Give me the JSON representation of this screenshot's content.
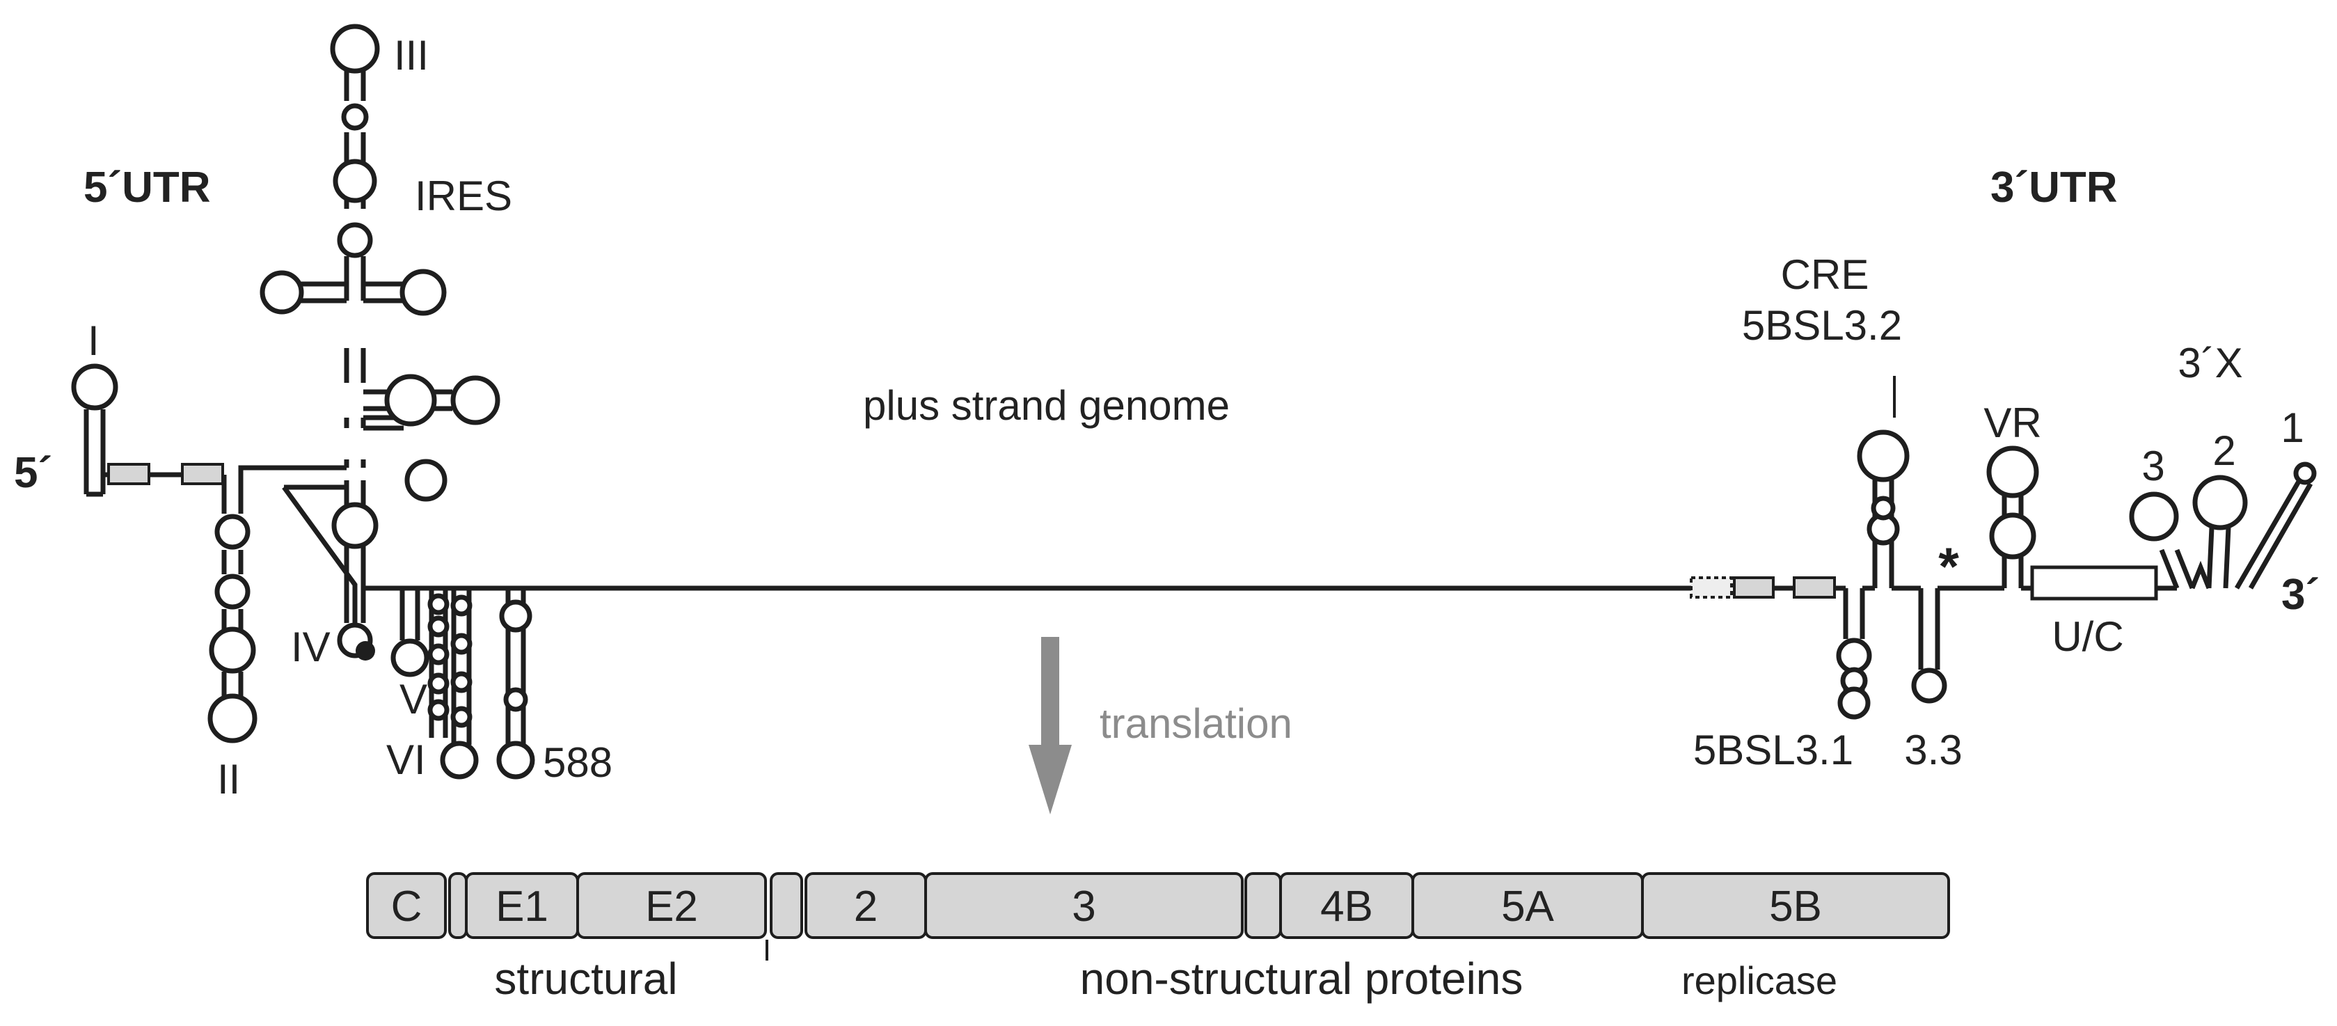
{
  "labels": {
    "utr5": "5´UTR",
    "utr3": "3´UTR",
    "end5": "5´",
    "end3": "3´",
    "ires": "IRES",
    "sl_i": "I",
    "sl_ii": "II",
    "sl_iii": "III",
    "sl_iv": "IV",
    "sl_v": "V",
    "sl_vi": "VI",
    "sl_588": "588",
    "genome": "plus strand genome",
    "translation": "translation",
    "cre": "CRE",
    "sl_5bsl32": "5BSL3.2",
    "sl_5bsl31": "5BSL3.1",
    "sl_33": "3.3",
    "vr": "VR",
    "x3": "3´X",
    "x3_1": "1",
    "x3_2": "2",
    "x3_3": "3",
    "uc": "U/C",
    "asterisk": "*"
  },
  "proteins": [
    {
      "label": ""
    },
    {
      "label": "C"
    },
    {
      "label": ""
    },
    {
      "label": "E1"
    },
    {
      "label": "E2"
    },
    {
      "label": ""
    },
    {
      "label": "2"
    },
    {
      "label": "3"
    },
    {
      "label": ""
    },
    {
      "label": "4B"
    },
    {
      "label": "5A"
    },
    {
      "label": "5B"
    }
  ],
  "categories": {
    "structural": "structural",
    "nonstructural": "non-structural proteins",
    "replicase": "replicase"
  },
  "colors": {
    "line": "#1e1e1e",
    "box_fill": "#d6d6d6",
    "arrow": "#8c8c8c",
    "loop_fill": "#ffffff"
  }
}
